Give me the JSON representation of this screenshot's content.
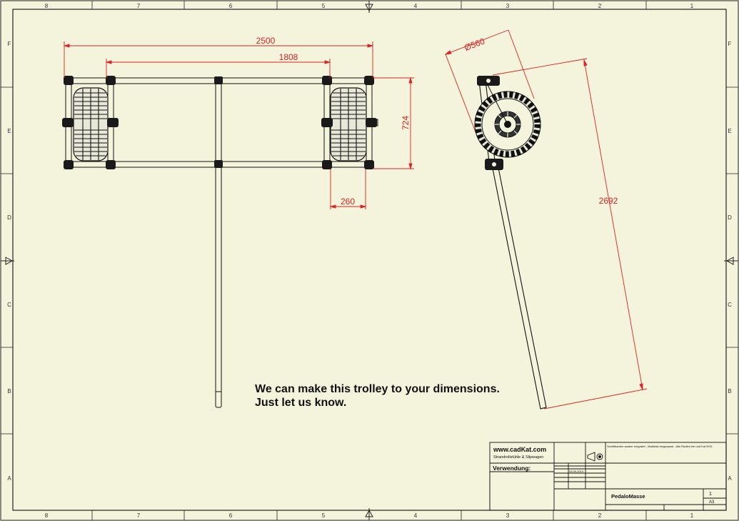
{
  "drawing": {
    "zones_top": [
      "8",
      "7",
      "6",
      "5",
      "4",
      "3",
      "2",
      "1"
    ],
    "zones_side": [
      "F",
      "E",
      "D",
      "C",
      "B",
      "A"
    ],
    "dimensions": {
      "overall_length": "2500",
      "inner_length": "1808",
      "width": "724",
      "wheel_width": "260",
      "wheel_diameter": "Ø560",
      "handle_length": "2692"
    },
    "note_line1": "We can make this trolley to your dimensions.",
    "note_line2": "Just let us know."
  },
  "title_block": {
    "company_url": "www.cadKat.com",
    "company_tagline": "Strandrollstühle & Slipwagen",
    "usage_label": "Verwendung:",
    "remarks": "Schriftkanten sauber entgratet - Maßstab eingepasst - Alle Radien bei und Kat EKS",
    "date": "03.09.2014",
    "drawing_name": "PedaloMasse",
    "sheet": "1",
    "format": "A3"
  },
  "colors": {
    "background": "#f4f3dc",
    "dimension": "#dd2222",
    "line": "#111111"
  }
}
